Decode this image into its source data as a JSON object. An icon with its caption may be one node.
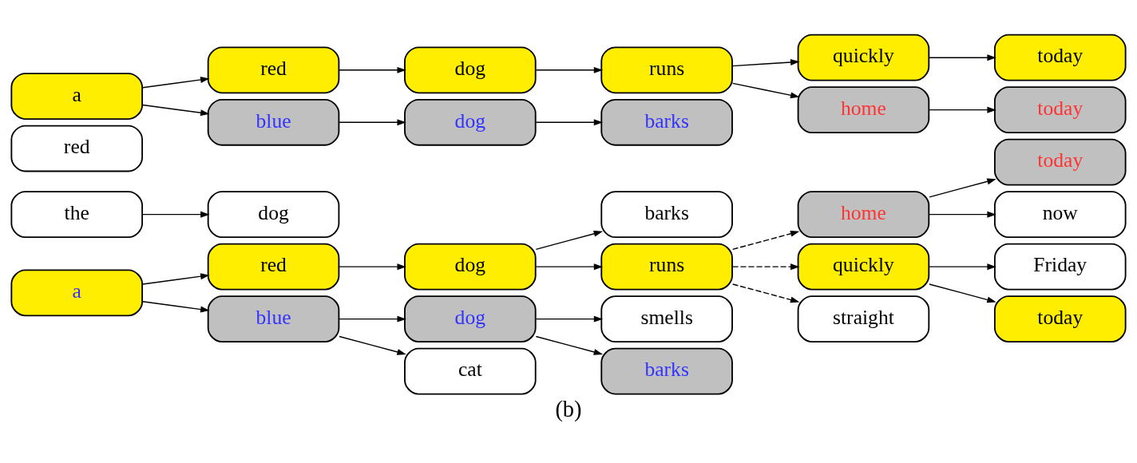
{
  "diagram": {
    "caption": "(b)",
    "nodes": [
      {
        "text": [
          "a"
        ]
      },
      {
        "text": [
          "the"
        ]
      },
      {
        "text": [
          "red"
        ]
      },
      {
        "text": [
          "red"
        ]
      },
      {
        "text": [
          "dog"
        ]
      },
      {
        "text": [
          "blue"
        ]
      },
      {
        "text": [
          "dog"
        ]
      },
      {
        "text": [
          "dog"
        ]
      },
      {
        "text": [
          "cat"
        ]
      },
      {
        "text": [
          "smells"
        ]
      },
      {
        "text": [
          "barks"
        ]
      },
      {
        "text": [
          "barks"
        ]
      },
      {
        "text": [
          "runs"
        ]
      },
      {
        "text": [
          "home"
        ]
      },
      {
        "text": [
          "quickly"
        ]
      },
      {
        "text": [
          "straight"
        ]
      },
      {
        "text": [
          "today"
        ]
      },
      {
        "text": [
          "Friday"
        ]
      },
      {
        "text": [
          "now"
        ]
      },
      {
        "text": [
          "today"
        ]
      },
      {
        "text": [
          "a"
        ]
      },
      {
        "text": [
          "red"
        ]
      },
      {
        "text": [
          "dog"
        ]
      },
      {
        "text": [
          "runs"
        ]
      },
      {
        "text": [
          "quickly"
        ]
      },
      {
        "text": [
          "today"
        ]
      },
      {
        "text": [
          "blue"
        ]
      },
      {
        "text": [
          "dog"
        ]
      },
      {
        "text": [
          "barks"
        ]
      },
      {
        "text": [
          "home"
        ]
      },
      {
        "text": [
          "today"
        ]
      }
    ],
    "edges": [
      {
        "from": 0,
        "to": 3,
        "arrow": "to"
      },
      {
        "from": 0,
        "to": 5,
        "arrow": "to"
      },
      {
        "from": 1,
        "to": 4,
        "arrow": "to"
      },
      {
        "from": 3,
        "to": 7,
        "arrow": "to"
      },
      {
        "from": 5,
        "to": 6,
        "arrow": "to"
      },
      {
        "from": 5,
        "to": 8,
        "arrow": "to"
      },
      {
        "from": 6,
        "to": 9,
        "arrow": "to"
      },
      {
        "from": 6,
        "to": 11,
        "arrow": "to"
      },
      {
        "from": 7,
        "to": 10,
        "arrow": "to"
      },
      {
        "from": 7,
        "to": 12,
        "arrow": "to"
      },
      {
        "from": 12,
        "to": 13,
        "arrow": "to",
        "style": "dashed"
      },
      {
        "from": 12,
        "to": 14,
        "arrow": "to",
        "style": "dashed"
      },
      {
        "from": 12,
        "to": 15,
        "arrow": "to",
        "style": "dashed"
      },
      {
        "from": 13,
        "to": 16,
        "arrow": "to"
      },
      {
        "from": 13,
        "to": 18,
        "arrow": "to"
      },
      {
        "from": 14,
        "to": 17,
        "arrow": "to"
      },
      {
        "from": 14,
        "to": 19,
        "arrow": "to"
      },
      {
        "from": 20,
        "to": 21,
        "arrow": "to"
      },
      {
        "from": 20,
        "to": 26,
        "arrow": "to"
      },
      {
        "from": 21,
        "to": 22,
        "arrow": "to"
      },
      {
        "from": 22,
        "to": 23,
        "arrow": "to"
      },
      {
        "from": 23,
        "to": 24,
        "arrow": "to"
      },
      {
        "from": 23,
        "to": 29,
        "arrow": "to"
      },
      {
        "from": 24,
        "to": 25,
        "arrow": "to"
      },
      {
        "from": 26,
        "to": 27,
        "arrow": "to"
      },
      {
        "from": 27,
        "to": 28,
        "arrow": "to"
      },
      {
        "from": 29,
        "to": 30,
        "arrow": "to"
      }
    ]
  }
}
